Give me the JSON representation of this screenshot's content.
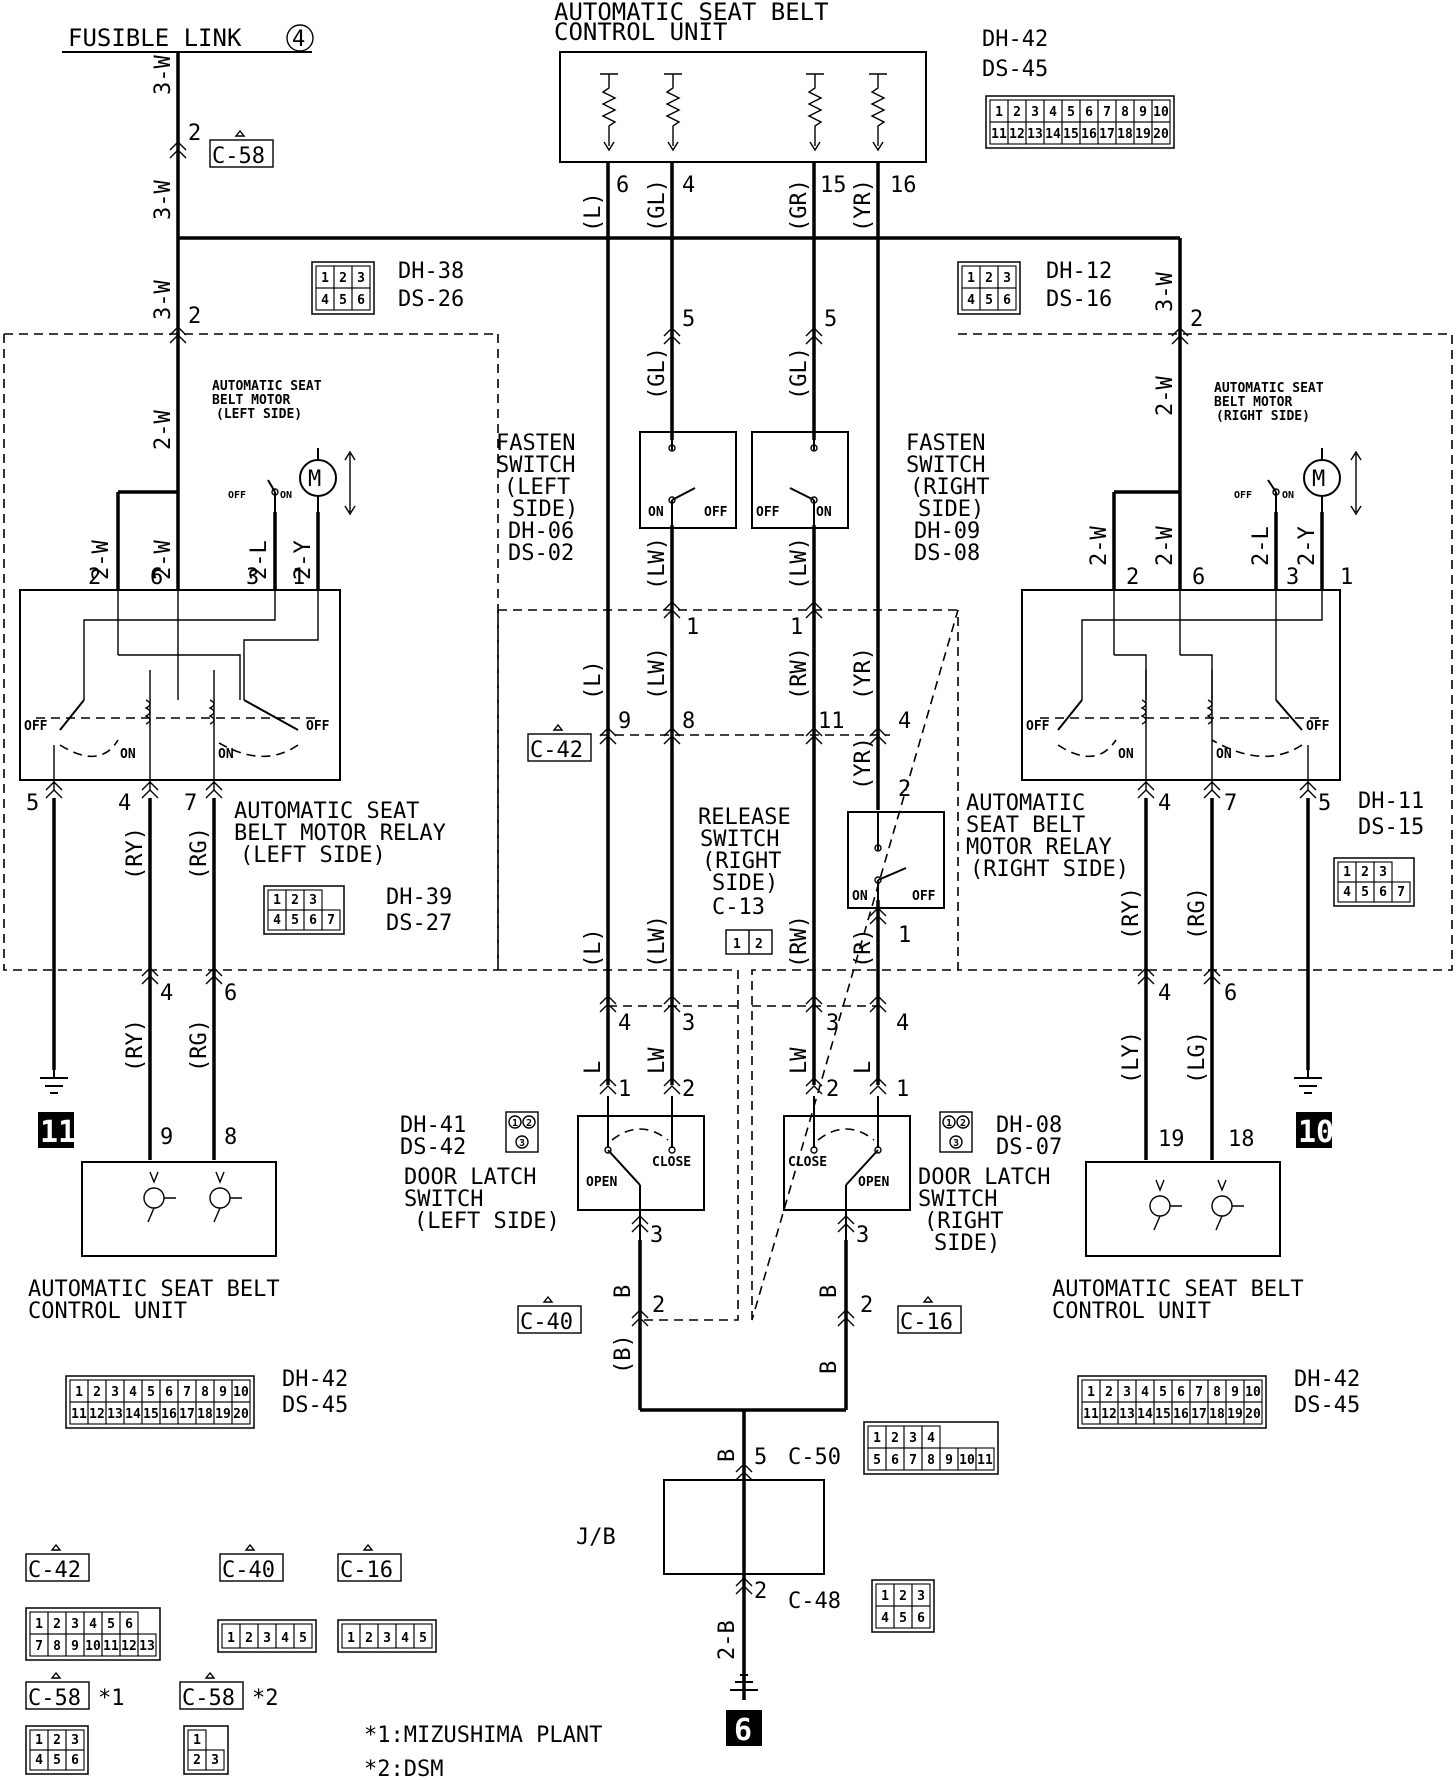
{
  "fusible_link": {
    "label": "FUSIBLE LINK",
    "number": "4"
  },
  "top_ecu": {
    "title1": "AUTOMATIC SEAT BELT",
    "title2": "CONTROL UNIT",
    "code1": "DH-42",
    "code2": "DS-45",
    "pins": [
      "6",
      "4",
      "15",
      "16"
    ],
    "colors": [
      "(L)",
      "(GL)",
      "(GR)",
      "(YR)"
    ]
  },
  "connectors": {
    "c58": "C-58",
    "c42": "C-42",
    "c40": "C-40",
    "c16": "C-16",
    "c50": "C-50",
    "c48": "C-48",
    "c13": "C-13",
    "dh38": "DH-38",
    "ds26": "DS-26",
    "dh12": "DH-12",
    "ds16": "DS-16",
    "dh39": "DH-39",
    "ds27": "DS-27",
    "dh11": "DH-11",
    "ds15": "DS-15",
    "dh41": "DH-41",
    "ds42": "DS-42",
    "dh08": "DH-08",
    "ds07": "DS-07",
    "dh42": "DH-42",
    "ds45": "DS-45"
  },
  "left_motor": {
    "line1": "AUTOMATIC SEAT",
    "line2": "BELT MOTOR",
    "line3": "(LEFT SIDE)"
  },
  "right_motor": {
    "line1": "AUTOMATIC SEAT",
    "line2": "BELT MOTOR",
    "line3": "(RIGHT SIDE)"
  },
  "left_relay": {
    "line1": "AUTOMATIC SEAT",
    "line2": "BELT MOTOR RELAY",
    "line3": "(LEFT SIDE)"
  },
  "right_relay": {
    "line1": "AUTOMATIC",
    "line2": "SEAT BELT",
    "line3": "MOTOR RELAY",
    "line4": "(RIGHT SIDE)"
  },
  "fasten_left": {
    "line1": "FASTEN",
    "line2": "SWITCH",
    "line3": "(LEFT",
    "line4": "SIDE)",
    "code1": "DH-06",
    "code2": "DS-02"
  },
  "fasten_right": {
    "line1": "FASTEN",
    "line2": "SWITCH",
    "line3": "(RIGHT",
    "line4": "SIDE)",
    "code1": "DH-09",
    "code2": "DS-08"
  },
  "release_right": {
    "line1": "RELEASE",
    "line2": "SWITCH",
    "line3": "(RIGHT",
    "line4": "SIDE)"
  },
  "door_left": {
    "line1": "DOOR LATCH",
    "line2": "SWITCH",
    "line3": "(LEFT SIDE)"
  },
  "door_right": {
    "line1": "DOOR LATCH",
    "line2": "SWITCH",
    "line3": "(RIGHT",
    "line4": "SIDE)"
  },
  "bottom_left_ecu": {
    "line1": "AUTOMATIC SEAT BELT",
    "line2": "CONTROL UNIT"
  },
  "bottom_right_ecu": {
    "line1": "AUTOMATIC SEAT BELT",
    "line2": "CONTROL UNIT"
  },
  "switch_states": {
    "on": "ON",
    "off": "OFF",
    "open": "OPEN",
    "close": "CLOSE"
  },
  "junction_block": "J/B",
  "grounds": {
    "left": "11",
    "right": "10",
    "bottom": "6"
  },
  "wire_colors": {
    "w3": "3-W",
    "w2": "2-W",
    "l2": "2-L",
    "y2": "2-Y",
    "b2": "2-B",
    "L": "(L)",
    "GL": "(GL)",
    "GR": "(GR)",
    "YR": "(YR)",
    "LW": "(LW)",
    "RW": "(RW)",
    "R": "(R)",
    "RY": "(RY)",
    "RG": "(RG)",
    "LY": "(LY)",
    "LG": "(LG)",
    "B": "(B)",
    "l_plain": "L",
    "lw_plain": "LW",
    "b_plain": "B"
  },
  "notes": {
    "n1": "*1:MIZUSHIMA PLANT",
    "n2": "*2:DSM",
    "m1": "*1",
    "m2": "*2"
  },
  "motor_symbol": "M",
  "connector_cells": {
    "ecu20_row1": [
      "1",
      "2",
      "3",
      "4",
      "5",
      "6",
      "7",
      "8",
      "9",
      "10"
    ],
    "ecu20_row2": [
      "11",
      "12",
      "13",
      "14",
      "15",
      "16",
      "17",
      "18",
      "19",
      "20"
    ],
    "six_row1": [
      "1",
      "2",
      "3"
    ],
    "six_row2": [
      "4",
      "5",
      "6"
    ],
    "relay_row1": [
      "1",
      "2",
      "3"
    ],
    "relay_row2": [
      "4",
      "5",
      "6",
      "7"
    ],
    "c50_row1": [
      "1",
      "2",
      "3",
      "4"
    ],
    "c50_row2": [
      "5",
      "6",
      "7",
      "8",
      "9",
      "10",
      "11"
    ],
    "c42_row1": [
      "1",
      "2",
      "3",
      "4",
      "5",
      "6"
    ],
    "c42_row2": [
      "7",
      "8",
      "9",
      "10",
      "11",
      "12",
      "13"
    ],
    "five_row": [
      "1",
      "2",
      "3",
      "4",
      "5"
    ],
    "c13": [
      "1",
      "2"
    ],
    "door_cells": [
      "1",
      "2",
      "3"
    ]
  }
}
